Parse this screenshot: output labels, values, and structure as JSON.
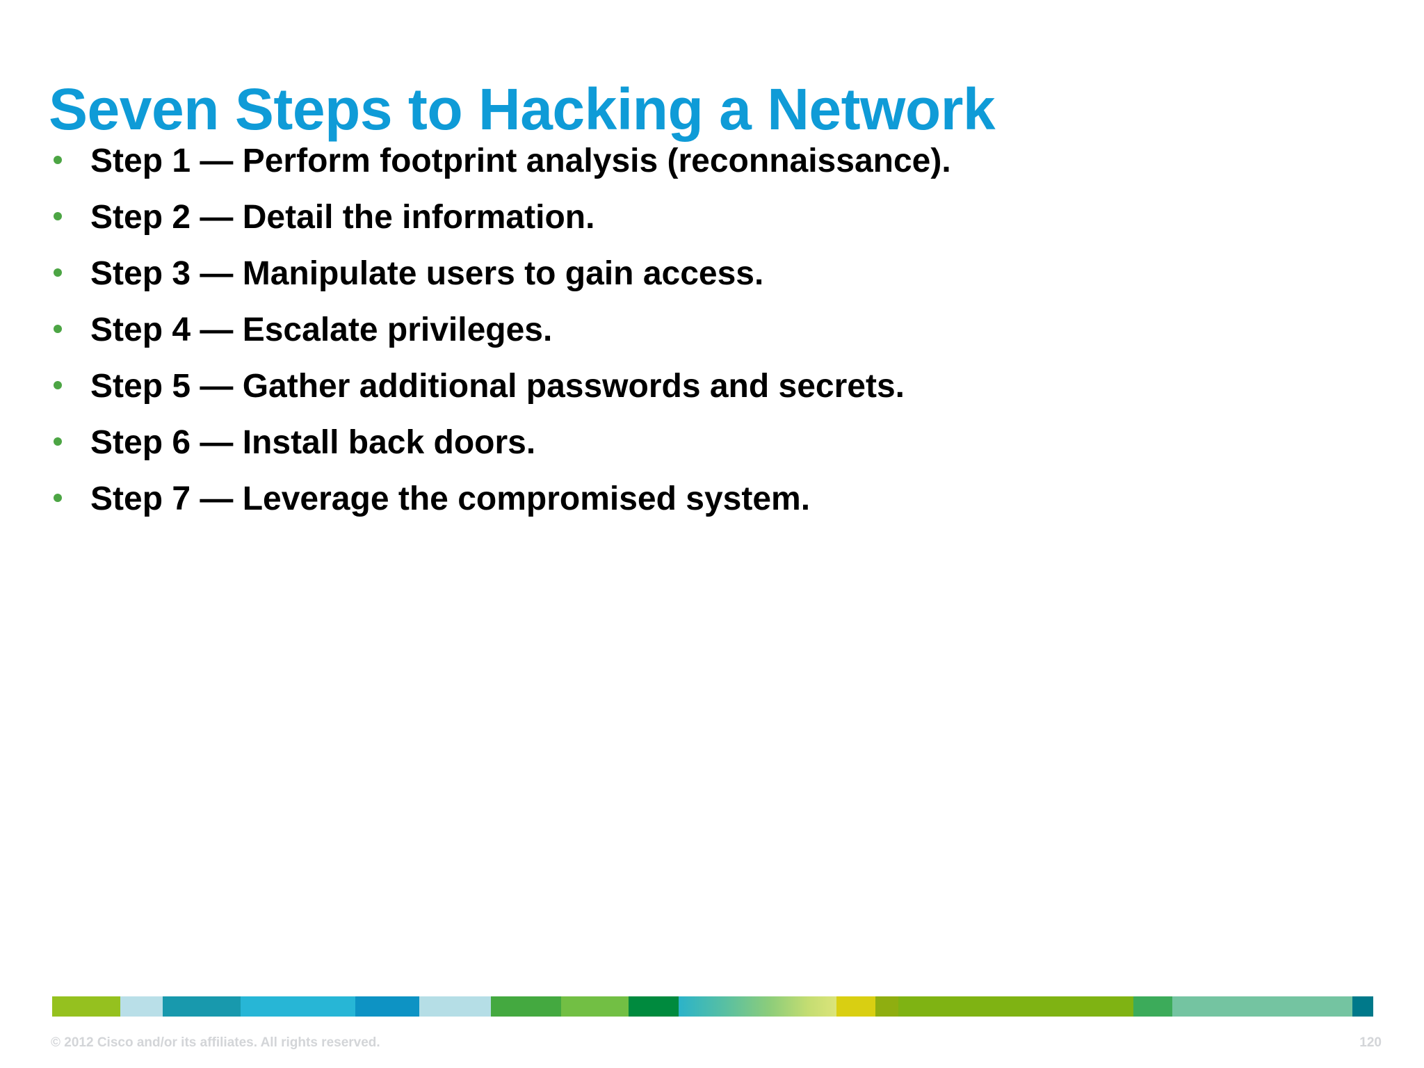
{
  "slide": {
    "title": "Seven Steps to Hacking a Network",
    "title_color": "#0f9bd7",
    "background_color": "#ffffff",
    "bullet_color": "#4ca544",
    "body_text_color": "#000000",
    "bullets": [
      {
        "text": "Step 1 — Perform footprint analysis (reconnaissance)."
      },
      {
        "text": "Step 2 — Detail the information."
      },
      {
        "text": "Step 3 — Manipulate users to gain access."
      },
      {
        "text": "Step 4 — Escalate privileges."
      },
      {
        "text": "Step 5 — Gather additional passwords and secrets."
      },
      {
        "text": "Step 6 — Install back doors."
      },
      {
        "text": "Step 7 — Leverage the compromised system."
      }
    ]
  },
  "footer": {
    "copyright": "© 2012 Cisco and/or its affiliates. All rights reserved.",
    "page_number": "120",
    "text_color": "#d3d5d8",
    "color_bar": [
      {
        "name": "yellow-green",
        "color": "#95c11f",
        "flex": 98
      },
      {
        "name": "pale-cyan",
        "color": "#b9dfe8",
        "flex": 62
      },
      {
        "name": "teal",
        "color": "#1899ad",
        "flex": 112
      },
      {
        "name": "cyan",
        "color": "#27b6d6",
        "flex": 166
      },
      {
        "name": "deep-cyan",
        "color": "#0d93c4",
        "flex": 92
      },
      {
        "name": "light-cyan",
        "color": "#b5dee6",
        "flex": 103
      },
      {
        "name": "green",
        "color": "#44a940",
        "flex": 102
      },
      {
        "name": "light-green",
        "color": "#72bf44",
        "flex": 97
      },
      {
        "name": "dark-green",
        "color": "#008a3e",
        "flex": 72
      },
      {
        "name": "teal-to-lime-gradient",
        "color": "linear-gradient(90deg,#2bb3c9 0%,#56bfa4 28%,#8dcd7a 58%,#c4dd72 82%,#dbe47a 100%)",
        "flex": 228
      },
      {
        "name": "yellow",
        "color": "#d9cf12",
        "flex": 56
      },
      {
        "name": "olive",
        "color": "#8fae10",
        "flex": 33
      },
      {
        "name": "lime",
        "color": "#7fb313",
        "flex": 340
      },
      {
        "name": "medium-green",
        "color": "#3cab5a",
        "flex": 56
      },
      {
        "name": "sea-green",
        "color": "#74c4a1",
        "flex": 260
      },
      {
        "name": "dark-teal",
        "color": "#00798a",
        "flex": 30
      }
    ]
  }
}
